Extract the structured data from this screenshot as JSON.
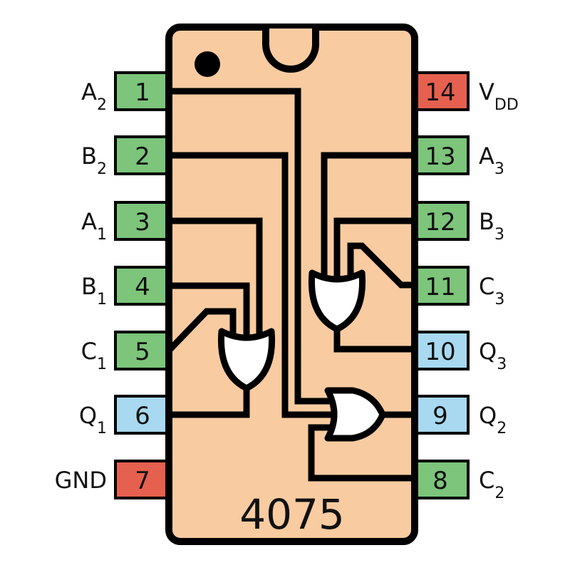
{
  "chip_label": "4075",
  "colors": {
    "body": "#F9CBA1",
    "input": "#7CC57B",
    "power": "#E6604F",
    "output": "#A8D9F0",
    "outline": "#000000"
  },
  "left_pins": [
    {
      "num": "1",
      "name": "A",
      "sub": "2",
      "type": "input"
    },
    {
      "num": "2",
      "name": "B",
      "sub": "2",
      "type": "input"
    },
    {
      "num": "3",
      "name": "A",
      "sub": "1",
      "type": "input"
    },
    {
      "num": "4",
      "name": "B",
      "sub": "1",
      "type": "input"
    },
    {
      "num": "5",
      "name": "C",
      "sub": "1",
      "type": "input"
    },
    {
      "num": "6",
      "name": "Q",
      "sub": "1",
      "type": "output"
    },
    {
      "num": "7",
      "name": "GND",
      "sub": "",
      "type": "power"
    }
  ],
  "right_pins": [
    {
      "num": "14",
      "name": "V",
      "sub": "DD",
      "type": "power"
    },
    {
      "num": "13",
      "name": "A",
      "sub": "3",
      "type": "input"
    },
    {
      "num": "12",
      "name": "B",
      "sub": "3",
      "type": "input"
    },
    {
      "num": "11",
      "name": "C",
      "sub": "3",
      "type": "input"
    },
    {
      "num": "10",
      "name": "Q",
      "sub": "3",
      "type": "output"
    },
    {
      "num": "9",
      "name": "Q",
      "sub": "2",
      "type": "output"
    },
    {
      "num": "8",
      "name": "C",
      "sub": "2",
      "type": "input"
    }
  ]
}
